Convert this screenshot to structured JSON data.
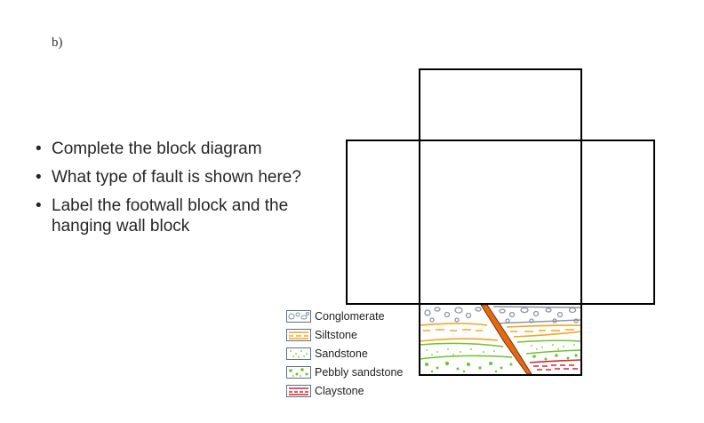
{
  "part_label": "b)",
  "questions": [
    "Complete the block diagram",
    "What type of fault is shown here?",
    "Label the footwall block and the hanging wall block"
  ],
  "legend": [
    {
      "label": "Conglomerate",
      "color": "#8c96a4",
      "icon": "conglomerate-pattern-icon"
    },
    {
      "label": "Siltstone",
      "color": "#f3a51e",
      "icon": "siltstone-pattern-icon"
    },
    {
      "label": "Sandstone",
      "color": "#6cc42a",
      "icon": "sandstone-pattern-icon"
    },
    {
      "label": "Pebbly sandstone",
      "color": "#6cc42a",
      "icon": "pebbly-sandstone-pattern-icon"
    },
    {
      "label": "Claystone",
      "color": "#d9252b",
      "icon": "claystone-pattern-icon"
    }
  ],
  "colors": {
    "outline": "#000000",
    "fault": "#e36a10",
    "fault_edge": "#7a3300"
  }
}
